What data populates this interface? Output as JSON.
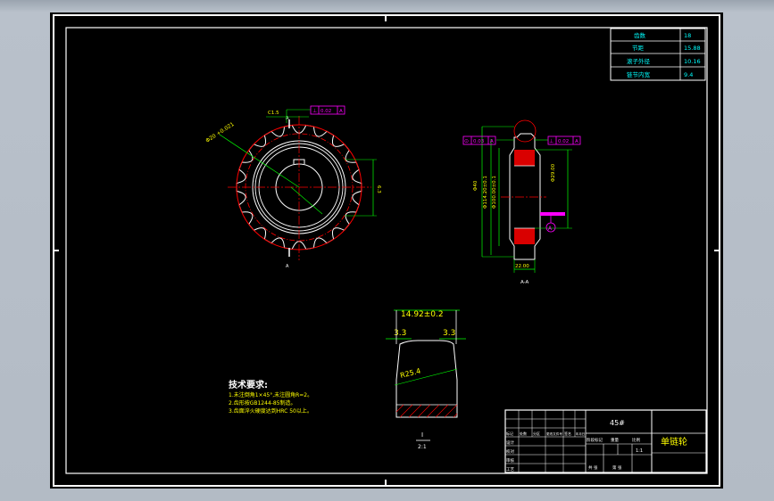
{
  "colors": {
    "background": "#000000",
    "frame": "#ffffff",
    "outline": "#ffffff",
    "centerline": "#ff0000",
    "dimension": "#00ff00",
    "dimension_text": "#ffff00",
    "tolerance": "#ff00ff",
    "table_text": "#00ffff",
    "hatch": "#ff0000"
  },
  "parameter_table": {
    "rows": [
      {
        "label": "齿数",
        "value": "18"
      },
      {
        "label": "节距",
        "value": "15.88"
      },
      {
        "label": "滚子外径",
        "value": "10.16"
      },
      {
        "label": "链节内宽",
        "value": "9.4"
      }
    ]
  },
  "front_view": {
    "chamfer_callout": "C1.5",
    "tolerance_frame_top": [
      "⊥",
      "0.02",
      "A"
    ],
    "diameter_label": "Φ20 +0.021",
    "section_marker": "A",
    "keyway_dim": "6.3"
  },
  "side_view": {
    "tolerance_frame_left": [
      "⊙",
      "0.03",
      "A"
    ],
    "tolerance_frame_right": [
      "⊥",
      "0.02",
      "A"
    ],
    "dim_outer": "Φ114.20±0.1",
    "dim_root": "Φ100.00±0.1",
    "dim_hub": "Φ40",
    "dim_bore": "Φ29.00",
    "dim_width": "22.00",
    "datum": "A",
    "section_label": "A-A"
  },
  "tooth_profile": {
    "top_dim": "14.92±0.2",
    "left_dim": "3.3",
    "right_dim": "3.3",
    "radius": "R25.4",
    "caption": "I",
    "scale": "2:1"
  },
  "technical_requirements": {
    "title": "技术要求:",
    "items": [
      "1.未注倒角1×45°,未注圆角R=2。",
      "2.齿形按GB1244-85制造。",
      "3.齿面淬火硬度达到HRC 50以上。"
    ]
  },
  "title_block": {
    "material": "45#",
    "part_name": "单链轮",
    "rev_headers": [
      "标记",
      "处数",
      "分区",
      "更改文件号",
      "签名",
      "年月日"
    ],
    "role_labels": [
      "设计",
      "校对",
      "审核",
      "工艺"
    ],
    "stage_headers": [
      "阶段标记",
      "重量",
      "比例"
    ],
    "scale_value": "1:1",
    "sheet_info": [
      "共 张",
      "第 张"
    ]
  }
}
